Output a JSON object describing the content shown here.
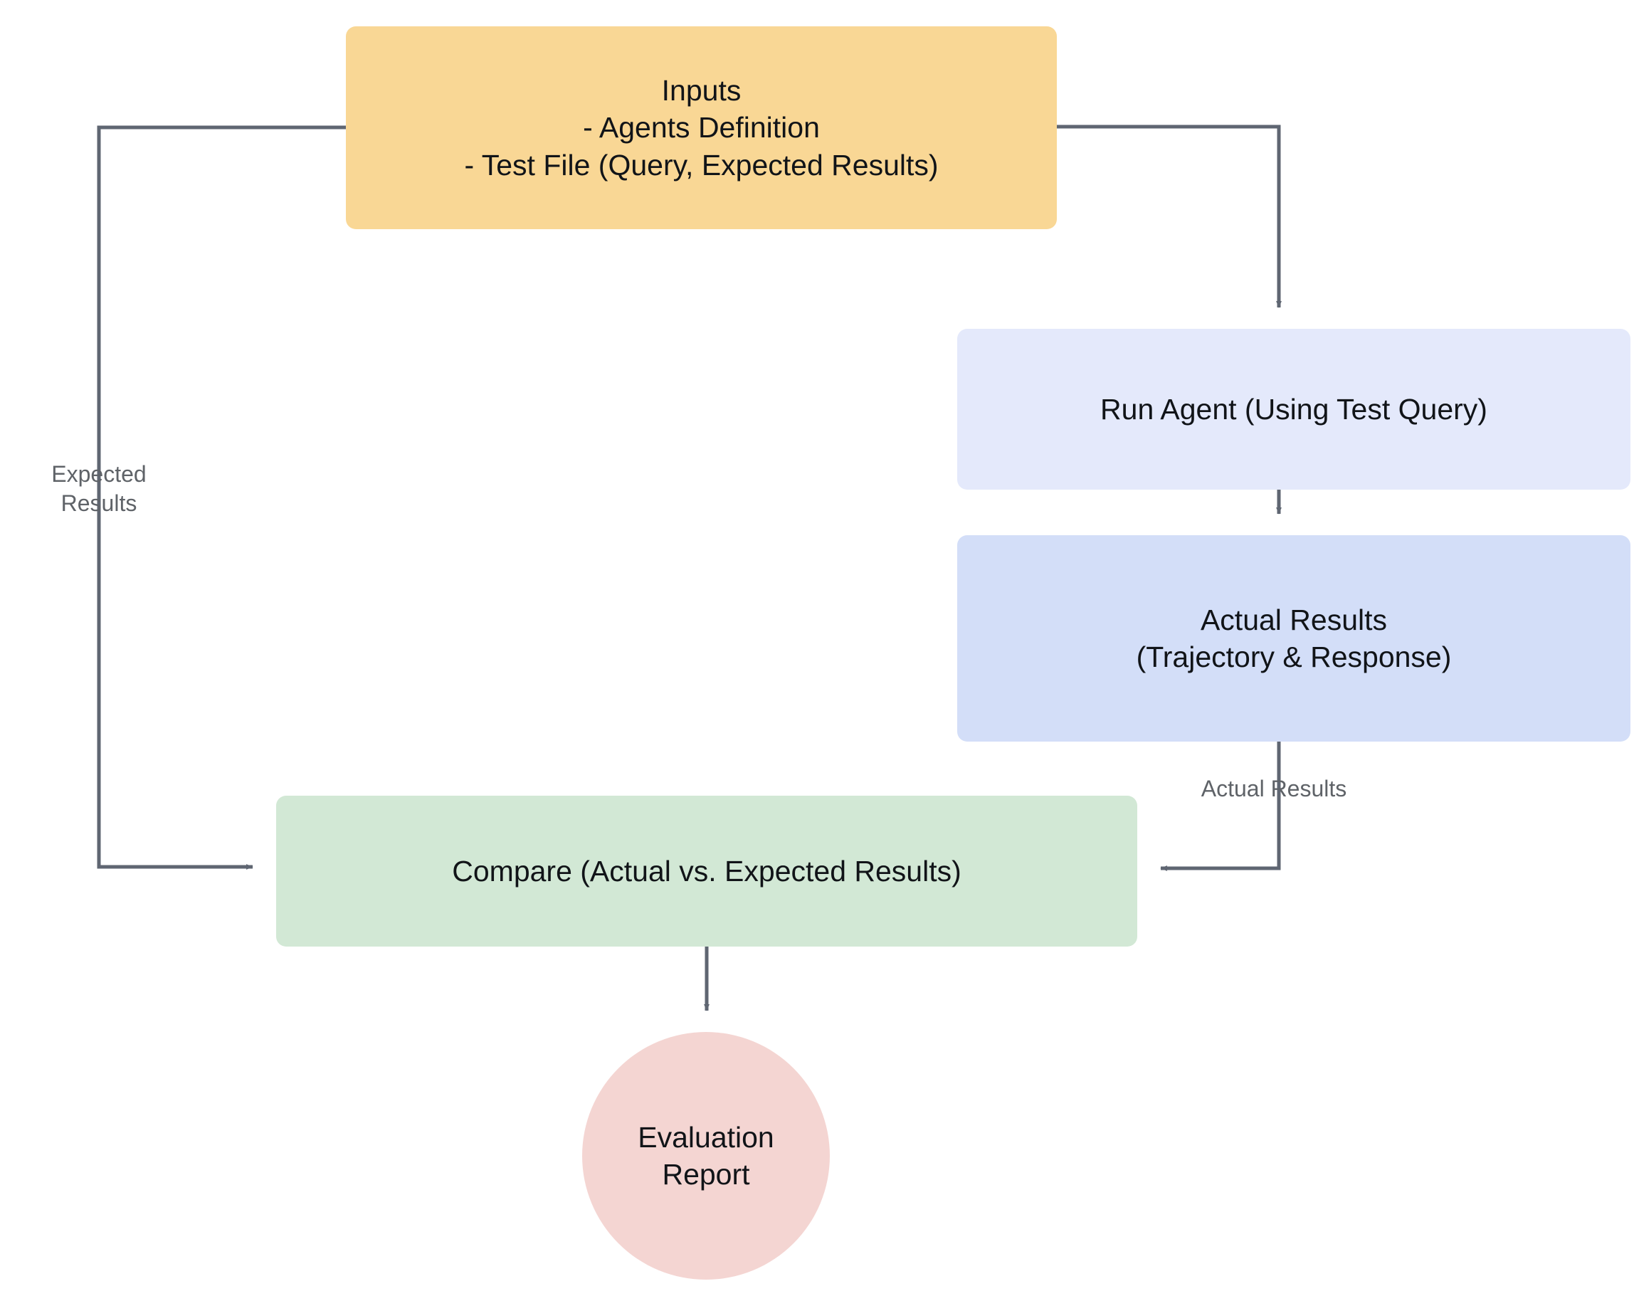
{
  "diagram": {
    "title": "Agent Evaluation Flow",
    "background": "#ffffff",
    "edge_color": "#5f6672",
    "text_color": "#111418",
    "label_color": "#5f6368"
  },
  "nodes": {
    "inputs": {
      "label": "Inputs\n- Agents Definition\n- Test File (Query, Expected Results)",
      "shape": "rounded-rect",
      "fill": "#f9d795"
    },
    "run_agent": {
      "label": "Run Agent (Using Test Query)",
      "shape": "rounded-rect",
      "fill": "#e4e9fb"
    },
    "actual_results": {
      "label": "Actual Results\n(Trajectory & Response)",
      "shape": "rounded-rect",
      "fill": "#d3def8"
    },
    "compare": {
      "label": "Compare (Actual vs. Expected Results)",
      "shape": "rounded-rect",
      "fill": "#d2e8d5"
    },
    "evaluation_report": {
      "label": "Evaluation\nReport",
      "shape": "circle",
      "fill": "#f4d5d2"
    }
  },
  "edge_labels": {
    "expected_results": "Expected\nResults",
    "actual_results": "Actual Results"
  },
  "edges": [
    {
      "from": "inputs",
      "to": "run_agent",
      "label": ""
    },
    {
      "from": "inputs",
      "to": "compare",
      "label": "Expected Results"
    },
    {
      "from": "run_agent",
      "to": "actual_results",
      "label": ""
    },
    {
      "from": "actual_results",
      "to": "compare",
      "label": "Actual Results"
    },
    {
      "from": "compare",
      "to": "evaluation_report",
      "label": ""
    }
  ]
}
